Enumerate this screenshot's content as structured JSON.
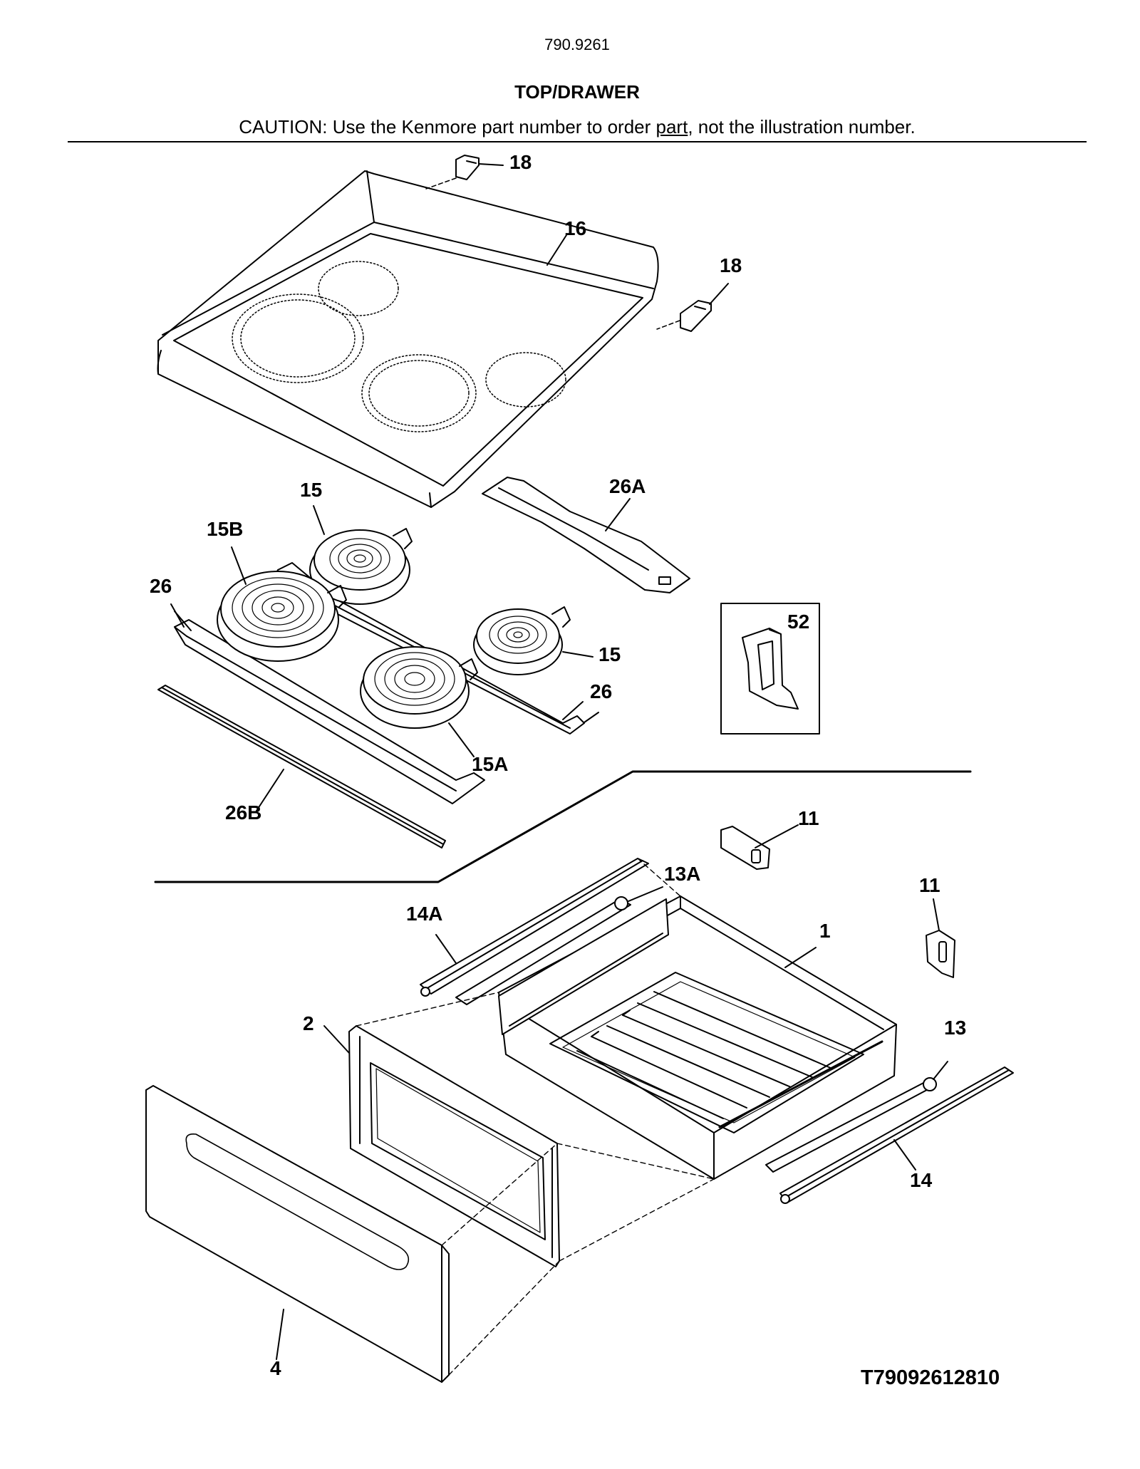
{
  "header": {
    "model_number": "790.9261",
    "title": "TOP/DRAWER",
    "caution_prefix": "CAUTION: Use the Kenmore part number to order ",
    "caution_link": "part",
    "caution_suffix": ", not the illustration number."
  },
  "callouts": {
    "c18a": "18",
    "c16": "16",
    "c18b": "18",
    "c26A": "26A",
    "c15a": "15",
    "c15B": "15B",
    "c26a": "26",
    "c52": "52",
    "c15b": "15",
    "c26b": "26",
    "c15A": "15A",
    "c26B": "26B",
    "c11a": "11",
    "c13A": "13A",
    "c11b": "11",
    "c14A": "14A",
    "c1": "1",
    "c2": "2",
    "c13": "13",
    "c14": "14",
    "c4": "4"
  },
  "footer": {
    "drawing_code": "T79092612810"
  }
}
